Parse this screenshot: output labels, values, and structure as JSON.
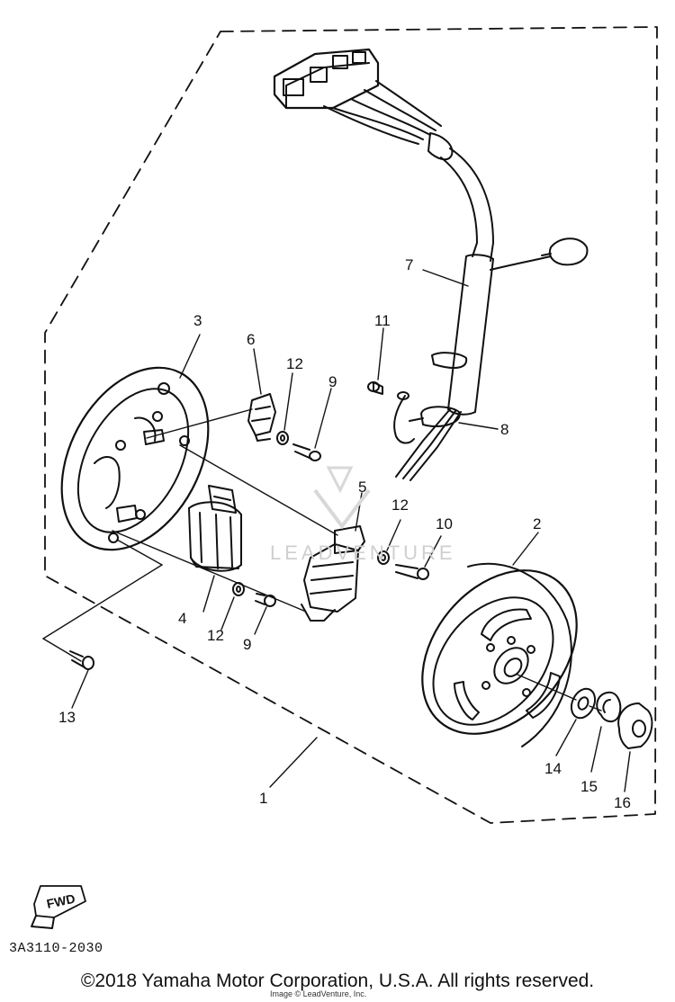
{
  "callouts": {
    "c1": "1",
    "c2": "2",
    "c3": "3",
    "c4": "4",
    "c5": "5",
    "c6": "6",
    "c7": "7",
    "c8": "8",
    "c9a": "9",
    "c9b": "9",
    "c10": "10",
    "c11": "11",
    "c12a": "12",
    "c12b": "12",
    "c12c": "12",
    "c13": "13",
    "c14": "14",
    "c15": "15",
    "c16": "16"
  },
  "fwd_label": "FWD",
  "part_code": "3A3110-2030",
  "watermark": "LEADVENTURE",
  "watermark_small": "Image © LeadVenture, Inc.",
  "copyright": "©2018 Yamaha Motor Corporation, U.S.A. All rights reserved."
}
